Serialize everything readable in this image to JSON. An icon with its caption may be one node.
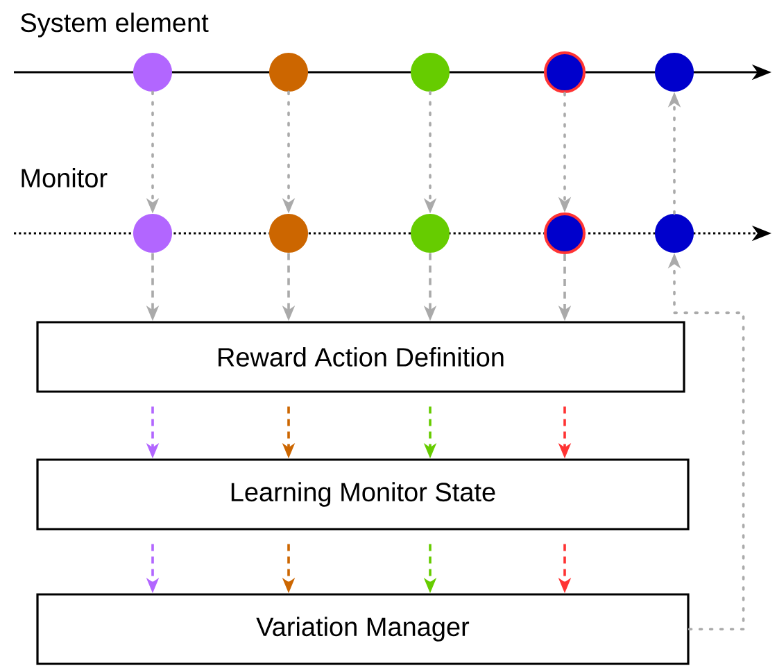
{
  "diagram": {
    "nodes": [
      {
        "text": [],
        "shape": "circle"
      },
      {
        "text": [],
        "shape": "circle"
      },
      {
        "text": [],
        "shape": "circle"
      },
      {
        "text": [],
        "shape": "circle"
      },
      {
        "text": [],
        "shape": "circle"
      },
      {
        "text": [],
        "shape": "circle"
      },
      {
        "text": [],
        "shape": "circle"
      },
      {
        "text": [],
        "shape": "circle"
      },
      {
        "text": [],
        "shape": "circle"
      },
      {
        "text": [],
        "shape": "circle"
      },
      {
        "text": [
          "Reward Action Definition"
        ]
      },
      {
        "text": [
          "Learning Monitor State"
        ]
      },
      {
        "text": [
          "Variation Manager"
        ]
      }
    ],
    "edges": [
      {
        "from": 0,
        "to": 5,
        "arrow": "to"
      },
      {
        "from": 1,
        "to": 6,
        "arrow": "to"
      },
      {
        "from": 2,
        "to": 7,
        "arrow": "to"
      },
      {
        "from": 3,
        "to": 8,
        "arrow": "to"
      },
      {
        "from": 9,
        "to": 4,
        "arrow": "to"
      },
      {
        "from": 5,
        "to": 10,
        "arrow": "to",
        "style": "dashed"
      },
      {
        "from": 6,
        "to": 10,
        "arrow": "to",
        "style": "dashed"
      },
      {
        "from": 7,
        "to": 10,
        "arrow": "to",
        "style": "dashed"
      },
      {
        "from": 8,
        "to": 10,
        "arrow": "to",
        "style": "dashed"
      },
      {
        "from": 12,
        "to": 9,
        "arrow": "to"
      },
      {
        "from": 10,
        "to": 11,
        "arrow": "to",
        "style": "dashed",
        "color": "#b266ff"
      },
      {
        "from": 10,
        "to": 11,
        "arrow": "to",
        "style": "dashed",
        "color": "#cc6600"
      },
      {
        "from": 10,
        "to": 11,
        "arrow": "to",
        "style": "dashed",
        "color": "#66cc00"
      },
      {
        "from": 10,
        "to": 11,
        "arrow": "to",
        "style": "dashed",
        "color": "#ff3333"
      },
      {
        "from": 11,
        "to": 12,
        "arrow": "to",
        "style": "dashed",
        "color": "#b266ff"
      },
      {
        "from": 11,
        "to": 12,
        "arrow": "to",
        "style": "dashed",
        "color": "#cc6600"
      },
      {
        "from": 11,
        "to": 12,
        "arrow": "to",
        "style": "dashed",
        "color": "#66cc00"
      },
      {
        "from": 11,
        "to": 12,
        "arrow": "to",
        "style": "dashed",
        "color": "#ff3333"
      }
    ],
    "labels": [
      "System element",
      "Monitor"
    ]
  }
}
